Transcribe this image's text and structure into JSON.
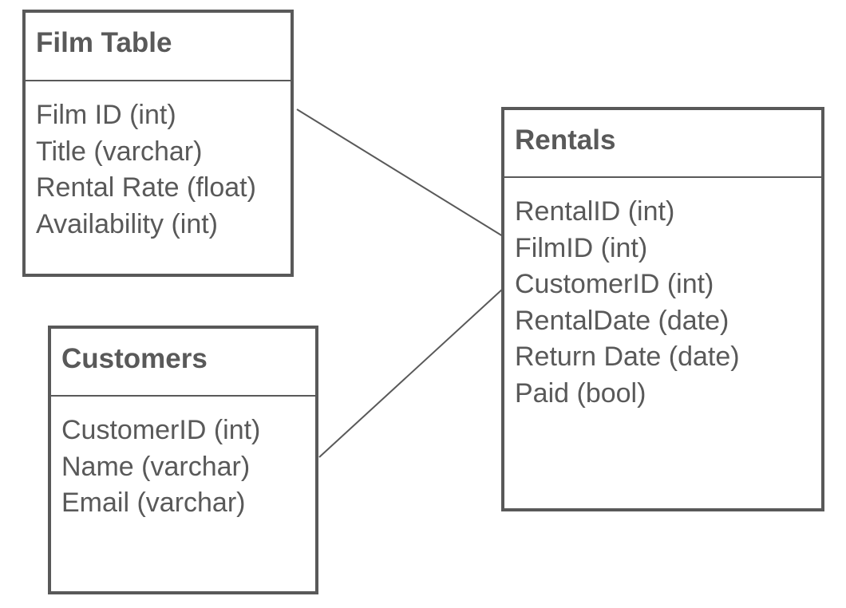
{
  "entities": {
    "film": {
      "title": "Film Table",
      "fields": [
        "Film ID (int)",
        "Title (varchar)",
        "Rental Rate (float)",
        "Availability (int)"
      ]
    },
    "customers": {
      "title": "Customers",
      "fields": [
        "CustomerID (int)",
        "Name (varchar)",
        "Email (varchar)"
      ]
    },
    "rentals": {
      "title": "Rentals",
      "fields": [
        "RentalID (int)",
        "FilmID (int)",
        "CustomerID (int)",
        "RentalDate (date)",
        "Return Date (date)",
        "Paid (bool)"
      ]
    }
  },
  "relationships": [
    {
      "from": "Film Table",
      "to": "Rentals"
    },
    {
      "from": "Customers",
      "to": "Rentals"
    }
  ],
  "colors": {
    "stroke": "#595959",
    "text": "#595959",
    "background": "#ffffff"
  }
}
